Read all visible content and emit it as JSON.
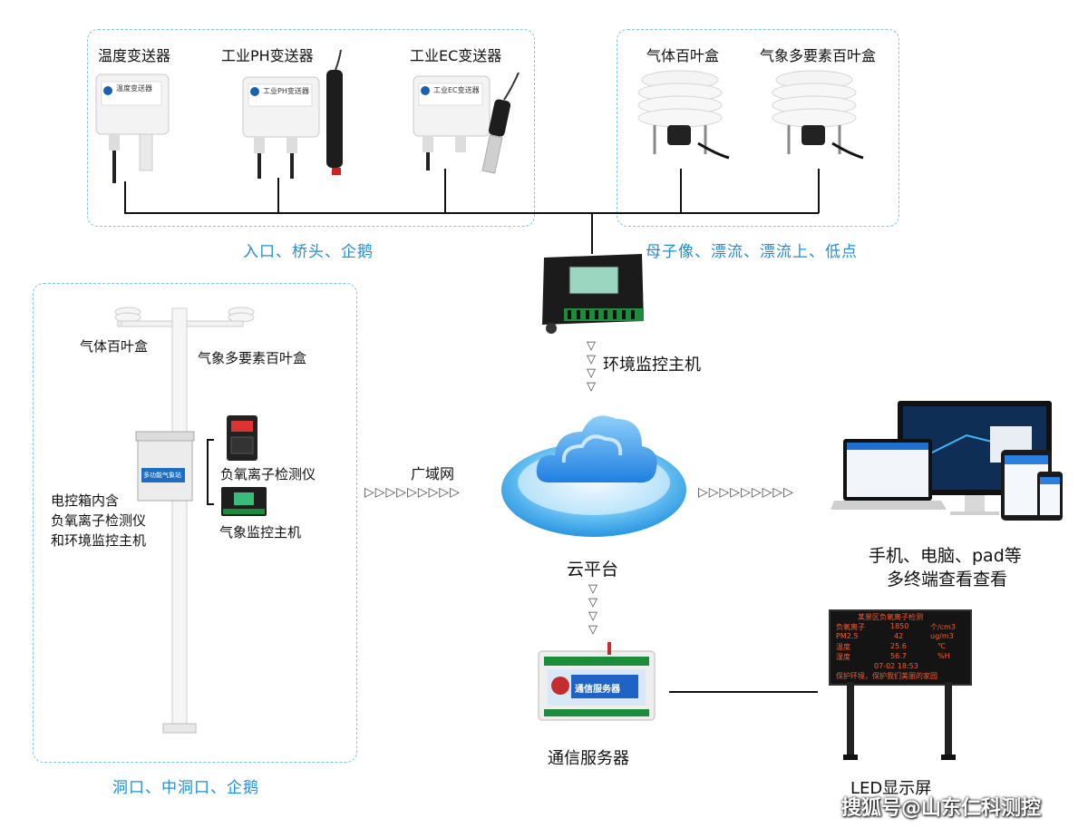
{
  "top_left_group": {
    "sensors": [
      {
        "label": "温度变送器",
        "device_label": "温度变送器"
      },
      {
        "label": "工业PH变送器",
        "device_label": "工业PH变送器"
      },
      {
        "label": "工业EC变送器",
        "device_label": "工业EC变送器"
      }
    ],
    "caption": "入口、桥头、企鹅"
  },
  "top_right_group": {
    "boxes": [
      {
        "label": "气体百叶盒"
      },
      {
        "label": "气象多要素百叶盒"
      }
    ],
    "caption": "母子像、漂流、漂流上、低点"
  },
  "host": {
    "label": "环境监控主机"
  },
  "pole_group": {
    "louver_left": "气体百叶盒",
    "louver_right": "气象多要素百叶盒",
    "cabinet_plate": "多功能气象站",
    "ion_meter": "负氧离子检测仪",
    "weather_host": "气象监控主机",
    "cabinet_desc": [
      "电控箱内含",
      "负氧离子检测仪",
      "和环境监控主机"
    ],
    "caption": "洞口、中洞口、企鹅"
  },
  "wan": {
    "label": "广域网",
    "arrows": "▷▷▷▷▷▷▷▷▷"
  },
  "cloud": {
    "label": "云平台"
  },
  "terminals": {
    "arrows": "▷▷▷▷▷▷▷▷▷",
    "line1": "手机、电脑、pad等",
    "line2": "多终端查看查看"
  },
  "server": {
    "label": "通信服务器",
    "device_text": "通信服务器"
  },
  "led": {
    "label": "LED显示屏",
    "title": "某景区负氧离子检测",
    "rows": [
      {
        "k": "负氧离子",
        "v": "1850",
        "u": "个/cm3"
      },
      {
        "k": "PM2.5",
        "v": "42",
        "u": "ug/m3"
      },
      {
        "k": "温度",
        "v": "25.6",
        "u": "℃"
      },
      {
        "k": "湿度",
        "v": "56.7",
        "u": "%H"
      }
    ],
    "time": "07-02 18:53",
    "footer": "保护环境，保护我们美丽的家园"
  },
  "watermark": "搜狐号@山东仁科测控",
  "colors": {
    "dash_border": "#7cc3ea",
    "caption": "#1f8fd6",
    "cloud": "#3fa8ee"
  }
}
